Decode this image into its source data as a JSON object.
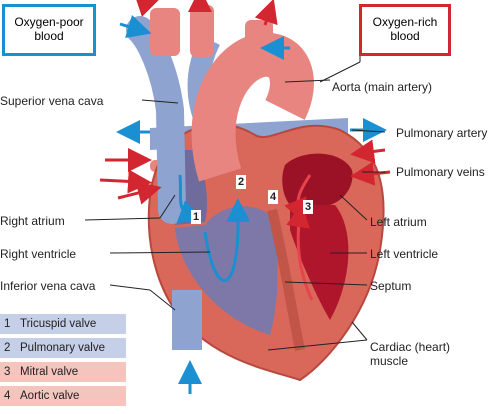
{
  "boxes": {
    "oxygen_poor": "Oxygen-poor\nblood",
    "oxygen_rich": "Oxygen-rich\nblood"
  },
  "labels": {
    "superior_vena_cava": "Superior vena cava",
    "aorta": "Aorta (main artery)",
    "pulmonary_artery": "Pulmonary artery",
    "pulmonary_veins": "Pulmonary veins",
    "right_atrium": "Right atrium",
    "left_atrium": "Left atrium",
    "right_ventricle": "Right ventricle",
    "left_ventricle": "Left ventricle",
    "inferior_vena_cava": "Inferior vena cava",
    "septum": "Septum",
    "cardiac_muscle": "Cardiac (heart)\nmuscle"
  },
  "valve_markers": [
    "1",
    "2",
    "3",
    "4"
  ],
  "legend": [
    {
      "num": "1",
      "text": "Tricuspid valve",
      "tone": "blue"
    },
    {
      "num": "2",
      "text": "Pulmonary valve",
      "tone": "blue"
    },
    {
      "num": "3",
      "text": "Mitral valve",
      "tone": "red"
    },
    {
      "num": "4",
      "text": "Aortic valve",
      "tone": "red"
    }
  ],
  "colors": {
    "oxygen_poor": "#1a8fd1",
    "oxygen_rich": "#d22630",
    "muscle": "#d9685a",
    "deoxygenated_chamber": "#7d78a8",
    "oxygenated_chamber": "#b0162b"
  }
}
